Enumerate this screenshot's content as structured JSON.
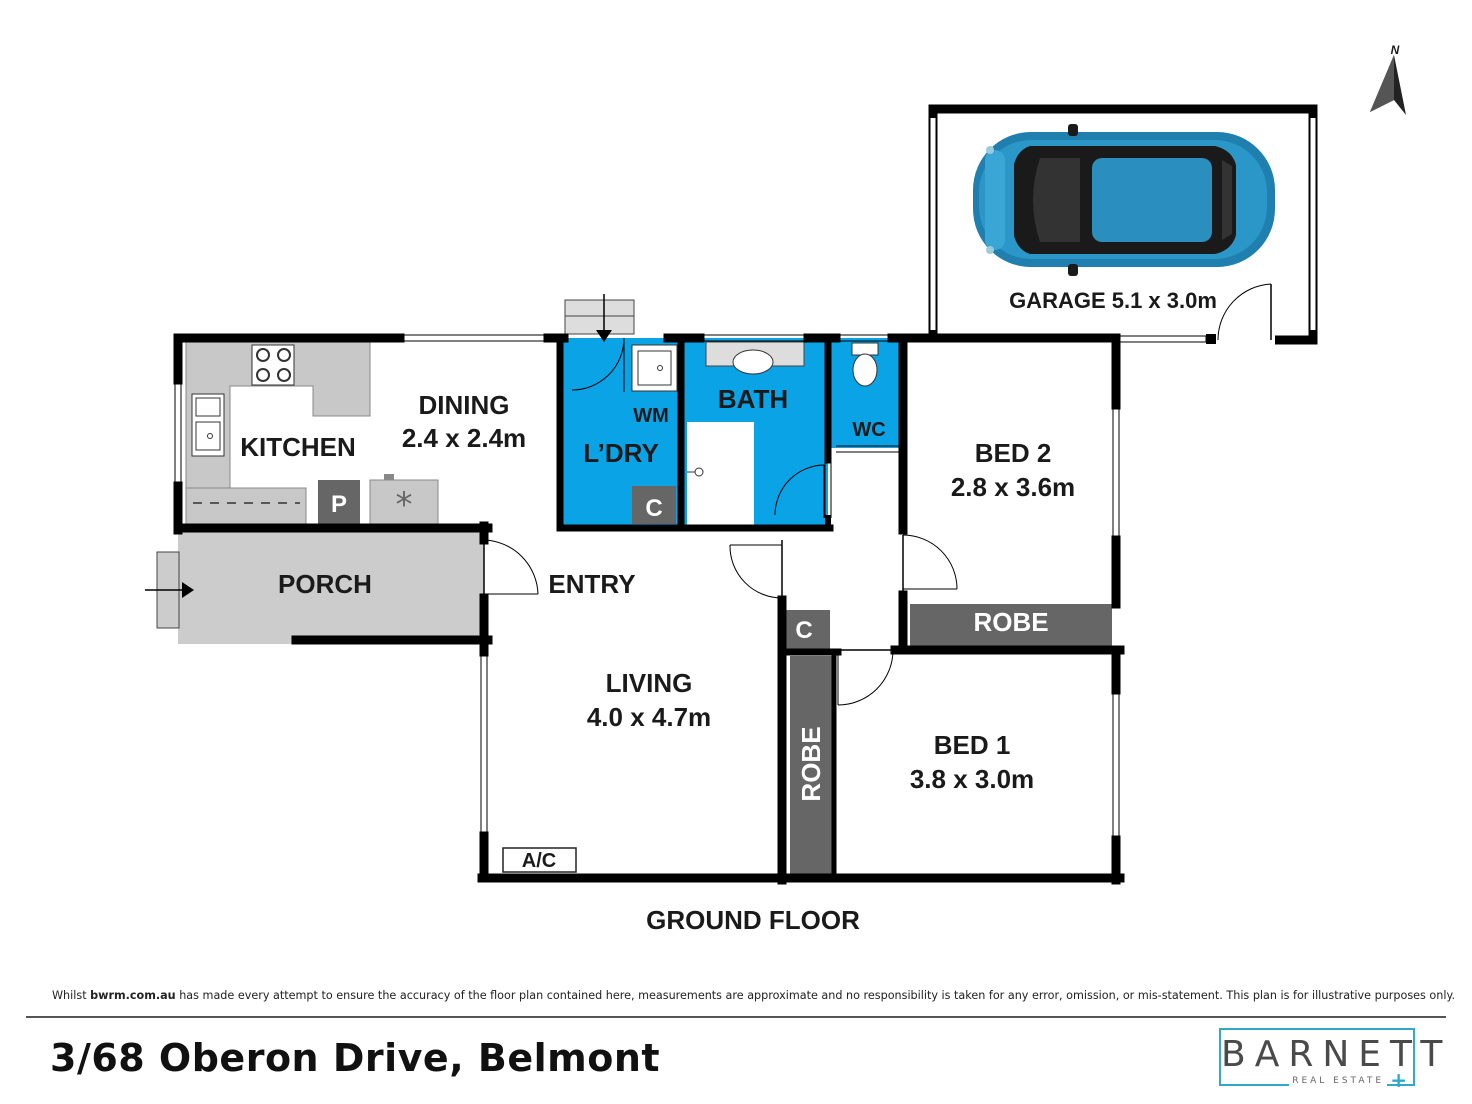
{
  "plan": {
    "floor_label": "GROUND FLOOR",
    "compass": "N",
    "rooms": {
      "garage": {
        "name": "GARAGE 5.1 x 3.0m"
      },
      "kitchen": {
        "name": "KITCHEN"
      },
      "dining": {
        "name": "DINING",
        "size": "2.4 x 2.4m"
      },
      "laundry": {
        "name": "L’DRY",
        "wm": "WM",
        "cupboard": "C"
      },
      "bath": {
        "name": "BATH"
      },
      "wc": {
        "name": "WC"
      },
      "bed2": {
        "name": "BED 2",
        "size": "2.8 x 3.6m"
      },
      "robe2": {
        "name": "ROBE"
      },
      "porch": {
        "name": "PORCH"
      },
      "entry": {
        "name": "ENTRY"
      },
      "living": {
        "name": "LIVING",
        "size": "4.0 x 4.7m",
        "ac": "A/C"
      },
      "hall_cupboard": {
        "name": "C"
      },
      "robe1": {
        "name": "ROBE"
      },
      "bed1": {
        "name": "BED 1",
        "size": "3.8 x 3.0m"
      },
      "pantry": {
        "name": "P"
      }
    },
    "colors": {
      "wet_area": "#0aa3e6",
      "wall": "#000000",
      "cabinet": "#c8c8c8",
      "robe": "#666666",
      "car": "#1f7fae"
    }
  },
  "footer": {
    "disclaimer_prefix": "Whilst ",
    "disclaimer_site": "bwrm.com.au",
    "disclaimer_rest": " has made every attempt to ensure the accuracy of the floor plan contained here, measurements are approximate and no responsibility is taken for any error, omission, or mis-statement. This plan is for illustrative purposes only.",
    "address": "3/68 Oberon Drive, Belmont",
    "brand_name": "BARNETT",
    "brand_sub": "REAL ESTATE",
    "brand_plus": "+"
  }
}
